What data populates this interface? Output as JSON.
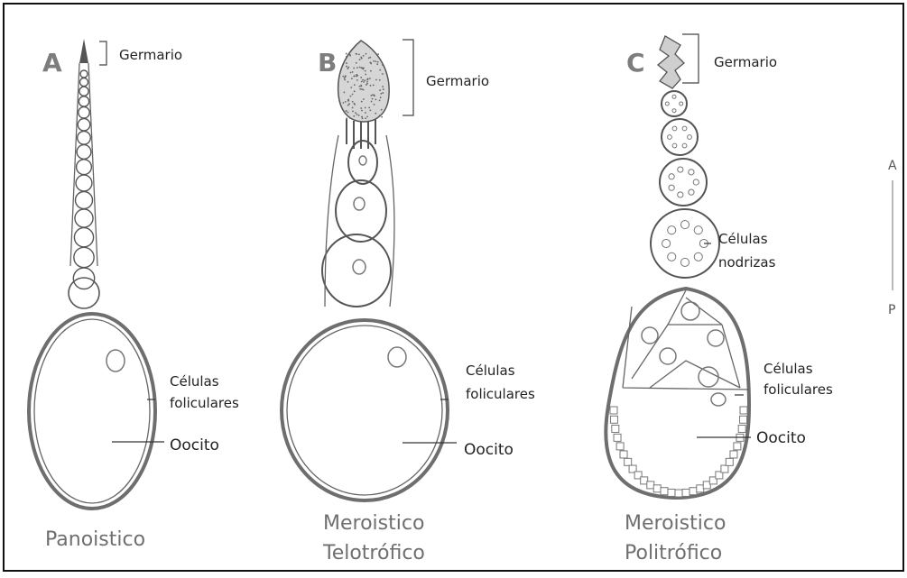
{
  "figure": {
    "border_color": "#111111",
    "text_color": "#222222",
    "title_color": "#6f6f6f",
    "panels": [
      {
        "letter": "A",
        "germarium_label": "Germario",
        "follicle_label": [
          "Células",
          "foliculares"
        ],
        "oocyte_label": "Oocito",
        "title": [
          "Panoistico"
        ]
      },
      {
        "letter": "B",
        "germarium_label": "Germario",
        "follicle_label": [
          "Células",
          "foliculares"
        ],
        "oocyte_label": "Oocito",
        "title": [
          "Meroistico",
          "Telotrófico"
        ]
      },
      {
        "letter": "C",
        "germarium_label": "Germario",
        "nurse_label": [
          "Células",
          "nodrizas"
        ],
        "follicle_label": [
          "Células",
          "foliculares"
        ],
        "oocyte_label": "Oocito",
        "title": [
          "Meroistico",
          "Politrófico"
        ]
      }
    ],
    "axis": {
      "anterior": "A",
      "posterior": "P"
    }
  }
}
